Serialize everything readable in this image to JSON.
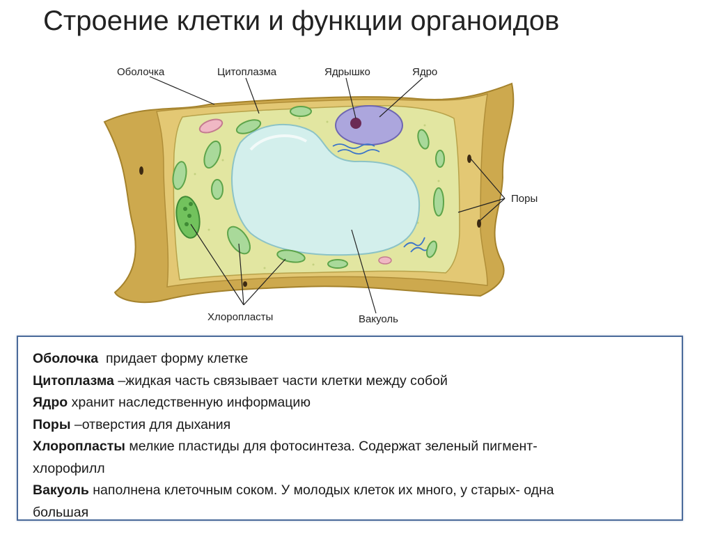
{
  "title": "Строение клетки и функции органоидов",
  "diagram": {
    "labels": {
      "membrane": "Оболочка",
      "cytoplasm": "Цитоплазма",
      "nucleolus": "Ядрышко",
      "nucleus": "Ядро",
      "pores": "Поры",
      "chloroplasts": "Хлоропласты",
      "vacuole": "Вакуоль"
    },
    "colors": {
      "cell_wall": "#cda94e",
      "cell_wall_dark": "#a4822c",
      "cytoplasm": "#e2e6a1",
      "vacuole": "#d3efec",
      "nucleus": "#aca6dd",
      "nucleolus": "#6b2a55",
      "chloroplast": "#a9d99a",
      "chloroplast_outline": "#5da44a",
      "er": "#3a74c9"
    }
  },
  "info": {
    "lines": [
      {
        "term": "Оболочка",
        "text": "  придает форму клетке"
      },
      {
        "term": "Цитоплазма",
        "text": " –жидкая часть связывает части клетки между собой"
      },
      {
        "term": "Ядро",
        "text": " хранит наследственную информацию"
      },
      {
        "term": "Поры",
        "text": " –отверстия для дыхания"
      },
      {
        "term": "Хлоропласты",
        "text": " мелкие пластиды для фотосинтеза. Содержат зеленый пигмент-"
      },
      {
        "term": "",
        "text": "хлорофилл"
      },
      {
        "term": "Вакуоль",
        "text": " наполнена клеточным соком. У молодых клеток их много, у старых- одна"
      },
      {
        "term": "",
        "text": "большая"
      }
    ]
  }
}
